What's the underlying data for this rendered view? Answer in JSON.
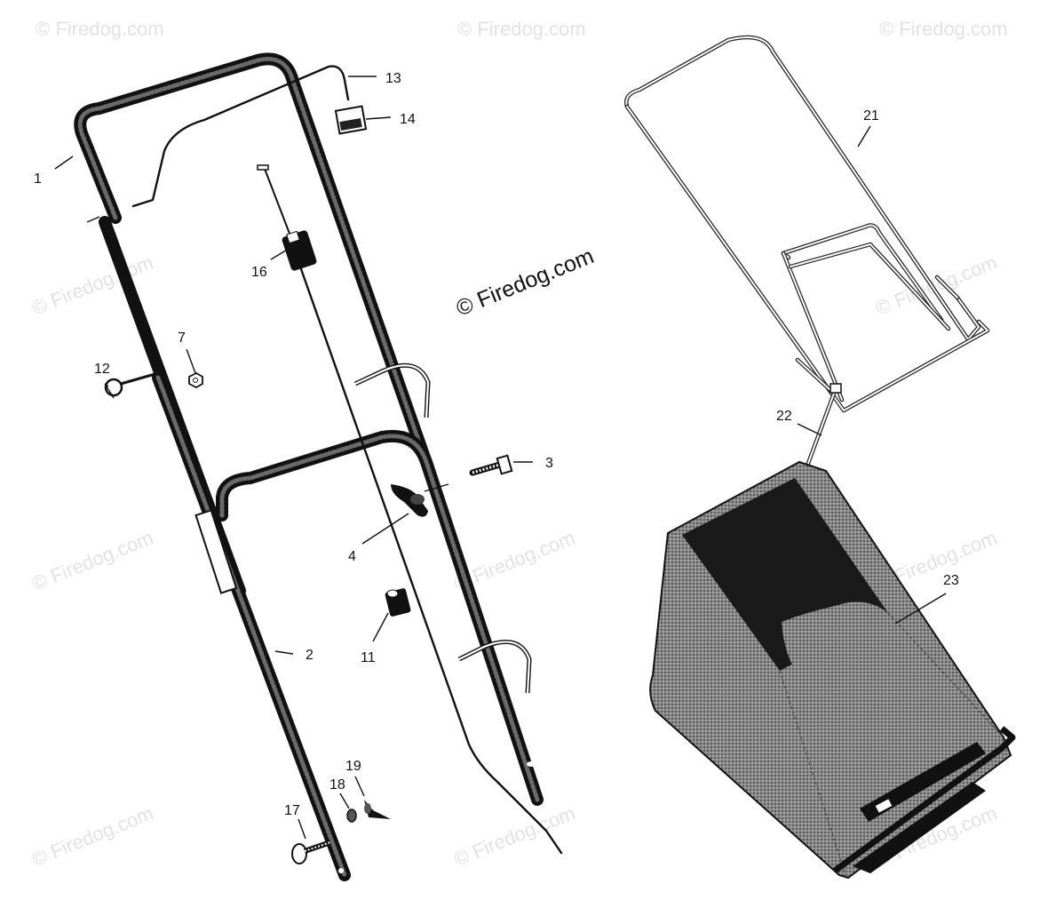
{
  "copyright": "© Firedog.com",
  "watermark_text": "© Firedog.com",
  "callouts": {
    "c1": "1",
    "c2": "2",
    "c3": "3",
    "c4": "4",
    "c7": "7",
    "c11": "11",
    "c12": "12",
    "c13": "13",
    "c14": "14",
    "c16": "16",
    "c17": "17",
    "c18": "18",
    "c19": "19",
    "c21": "21",
    "c22": "22",
    "c23": "23"
  },
  "colors": {
    "line": "#111111",
    "bag_fill": "#7a7a7a",
    "bag_dark": "#2b2b2b",
    "watermark": "#e2e2e2"
  }
}
